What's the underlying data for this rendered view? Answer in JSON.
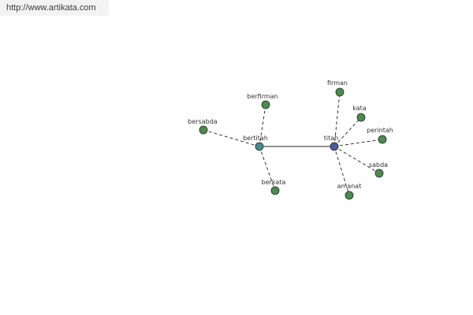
{
  "header": {
    "source_url": "http://www.artikata.com"
  },
  "graph": {
    "colors": {
      "leaf_fill": "#4e8a4e",
      "hub_berititah_fill": "#4a8a8a",
      "hub_titah_fill": "#4a5a9a",
      "edge": "#222222"
    },
    "nodes": [
      {
        "id": "titah",
        "label": "titah",
        "kind": "hub"
      },
      {
        "id": "berititah",
        "label": "bertitah",
        "kind": "hub"
      },
      {
        "id": "berfirman",
        "label": "berfirman",
        "kind": "leaf"
      },
      {
        "id": "bersabda",
        "label": "bersabda",
        "kind": "leaf"
      },
      {
        "id": "berkata",
        "label": "berkata",
        "kind": "leaf"
      },
      {
        "id": "firman",
        "label": "firman",
        "kind": "leaf"
      },
      {
        "id": "kata",
        "label": "kata",
        "kind": "leaf"
      },
      {
        "id": "perintah",
        "label": "perintah",
        "kind": "leaf"
      },
      {
        "id": "sabda",
        "label": "sabda",
        "kind": "leaf"
      },
      {
        "id": "amanat",
        "label": "amanat",
        "kind": "leaf"
      }
    ],
    "edges": [
      {
        "from": "berititah",
        "to": "titah",
        "style": "solid"
      },
      {
        "from": "berititah",
        "to": "berfirman",
        "style": "dashed"
      },
      {
        "from": "berititah",
        "to": "bersabda",
        "style": "dashed"
      },
      {
        "from": "berititah",
        "to": "berkata",
        "style": "dashed"
      },
      {
        "from": "titah",
        "to": "firman",
        "style": "dashed"
      },
      {
        "from": "titah",
        "to": "kata",
        "style": "dashed"
      },
      {
        "from": "titah",
        "to": "perintah",
        "style": "dashed"
      },
      {
        "from": "titah",
        "to": "sabda",
        "style": "dashed"
      },
      {
        "from": "titah",
        "to": "amanat",
        "style": "dashed"
      }
    ]
  }
}
